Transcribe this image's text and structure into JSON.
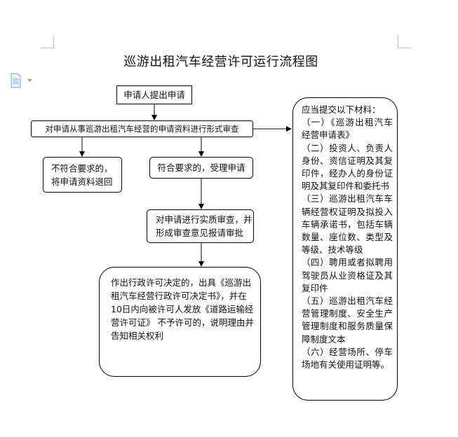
{
  "title": "巡游出租汽车经营许可运行流程图",
  "steps": {
    "apply": "申请人提出申请",
    "formal_review": "对申请从事巡游出租汽车经营的申请资料进行形式审查",
    "reject_lines": [
      "不符合要求的，",
      "将申请资料退回"
    ],
    "accept": "符合要求的，受理申请",
    "substantive_lines": [
      "对申请进行实质审查，并",
      "形成审查意见报请审批"
    ],
    "decision": "作出行政许可决定的，出具《巡游出租汽车经营行政许可决定书》，并在10日内向被许可人发放《道路运输经营许可证》 不予许可的，说明理由并告知相关权利"
  },
  "materials": {
    "header": "应当提交以下材料：",
    "items": [
      "（一）《巡游出租汽车经营申请表》",
      "（二）投资人、负责人身份、资信证明及其复印件，经办人的身份证明及其复印件和委托书",
      "（三）巡游出租汽车车辆经营权证明及拟投入车辆承诺书，包括车辆数量、座位数、类型及等级、技术等级",
      "（四）聘用或者拟聘用驾驶员从业资格证及其复印件",
      "（五）巡游出租汽车经营管理制度、安全生产管理制度和服务质量保障制度文本",
      "（六）经营场所、停车场地有关使用证明等。"
    ]
  },
  "colors": {
    "line": "#000000",
    "corner_marks": "#bdbdbd",
    "icon": "#7fa7d6"
  },
  "icons": {
    "doc": "document-icon",
    "dropdown": "caret-down-icon"
  }
}
